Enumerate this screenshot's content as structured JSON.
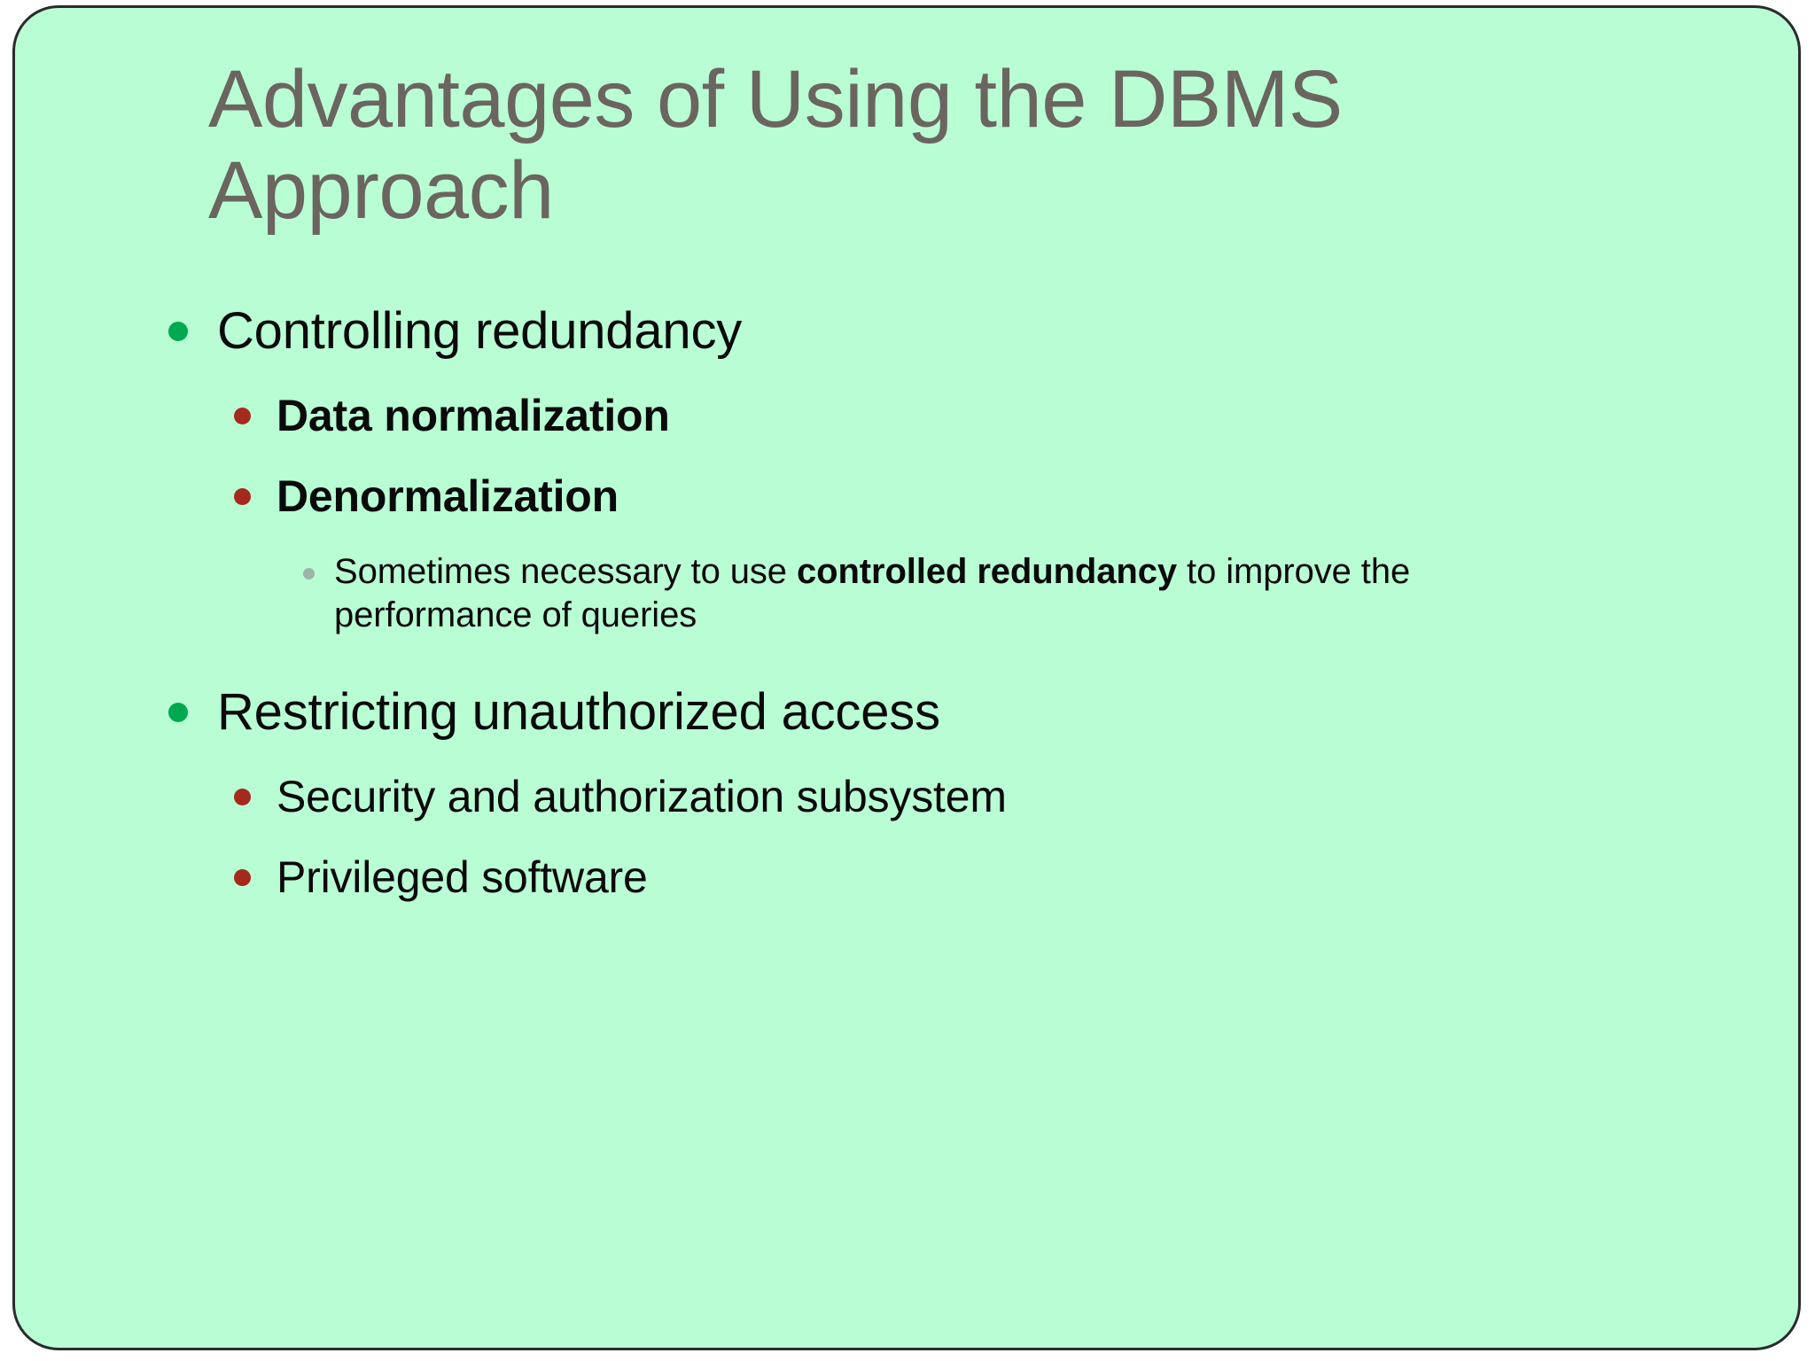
{
  "slide": {
    "background_color": "#b9fdd5",
    "border_color": "#2b2b2b",
    "title": "Advantages of Using the DBMS Approach",
    "title_color": "#6b655f",
    "bullet_colors": {
      "level1": "#00a94f",
      "level2": "#a32a1d",
      "level3": "#9db5a6"
    },
    "body": {
      "items": [
        {
          "level": 1,
          "text": "Controlling redundancy",
          "bold": false
        },
        {
          "level": 2,
          "text": "Data normalization",
          "bold": true
        },
        {
          "level": 2,
          "text": "Denormalization",
          "bold": true
        },
        {
          "level": 3,
          "text_pre": "Sometimes necessary to use ",
          "text_bold": "controlled redundancy",
          "text_post": " to improve the performance of queries"
        },
        {
          "level": 1,
          "text": "Restricting unauthorized access",
          "bold": false
        },
        {
          "level": 2,
          "text": "Security and authorization subsystem",
          "bold": false
        },
        {
          "level": 2,
          "text": "Privileged software",
          "bold": false
        }
      ]
    }
  }
}
